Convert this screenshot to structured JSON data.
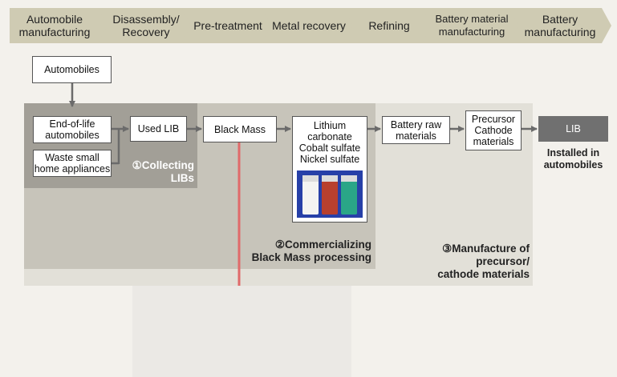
{
  "stages": [
    {
      "id": "automobile-manufacturing",
      "label": "Automobile\nmanufacturing"
    },
    {
      "id": "disassembly-recovery",
      "label": "Disassembly/\nRecovery"
    },
    {
      "id": "pre-treatment",
      "label": "Pre-treatment"
    },
    {
      "id": "metal-recovery",
      "label": "Metal recovery"
    },
    {
      "id": "refining",
      "label": "Refining"
    },
    {
      "id": "battery-material-manufacturing",
      "label": "Battery material\nmanufacturing"
    },
    {
      "id": "battery-manufacturing",
      "label": "Battery\nmanufacturing"
    }
  ],
  "boxes": {
    "automobiles": "Automobiles",
    "end_of_life": "End-of-life\nautomobiles",
    "waste_appliances": "Waste small\nhome appliances",
    "used_lib": "Used LIB",
    "black_mass": "Black Mass",
    "chemicals": "Lithium\ncarbonate\nCobalt sulfate\nNickel sulfate",
    "battery_raw": "Battery raw\nmaterials",
    "precursor": "Precursor\nCathode\nmaterials",
    "lib": "LIB"
  },
  "installed_label": "Installed in\nautomobiles",
  "regions": {
    "r1": "①Collecting\nLIBs",
    "r2": "②Commercializing\nBlack Mass processing",
    "r3": "③Manufacture of\nprecursor/\ncathode materials"
  },
  "colors": {
    "stage_fill": "#cfcbb3",
    "region1": "#a29f97",
    "region2": "#c7c4ba",
    "region3": "#e2e0d8",
    "lib_fill": "#707070",
    "red_line": "#e06a6a",
    "arrow": "#6b6b6b"
  }
}
